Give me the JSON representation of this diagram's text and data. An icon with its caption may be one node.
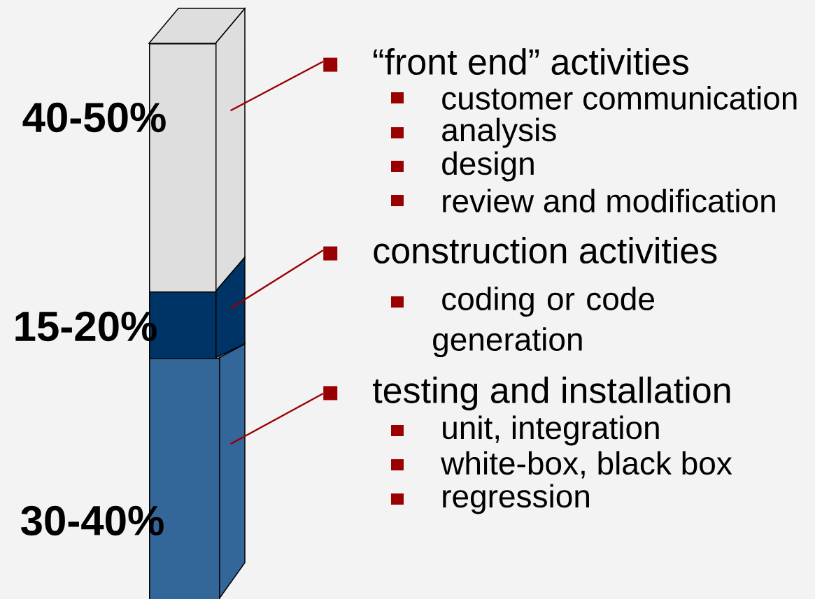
{
  "diagram": {
    "nodes": [
      {
        "text": [],
        "shape": "bar",
        "beside": [
          "40-50%"
        ]
      },
      {
        "text": [],
        "shape": "bar",
        "beside": [
          "15-20%"
        ]
      },
      {
        "text": [],
        "shape": "bar",
        "beside": [
          "30-40%"
        ]
      },
      {
        "text": [
          "“front end” activities"
        ]
      },
      {
        "text": [
          "construction activities"
        ]
      },
      {
        "text": [
          "testing and installation"
        ]
      }
    ],
    "edges": [
      {
        "from": 3,
        "to": 0,
        "arrow": "none"
      },
      {
        "from": 4,
        "to": 1,
        "arrow": "none"
      },
      {
        "from": 5,
        "to": 2,
        "arrow": "none"
      }
    ],
    "labels": [
      "customer communication",
      "analysis",
      "design",
      "review and modification",
      "coding or code generation",
      "unit, integration",
      "white-box, black box",
      "regression"
    ]
  }
}
